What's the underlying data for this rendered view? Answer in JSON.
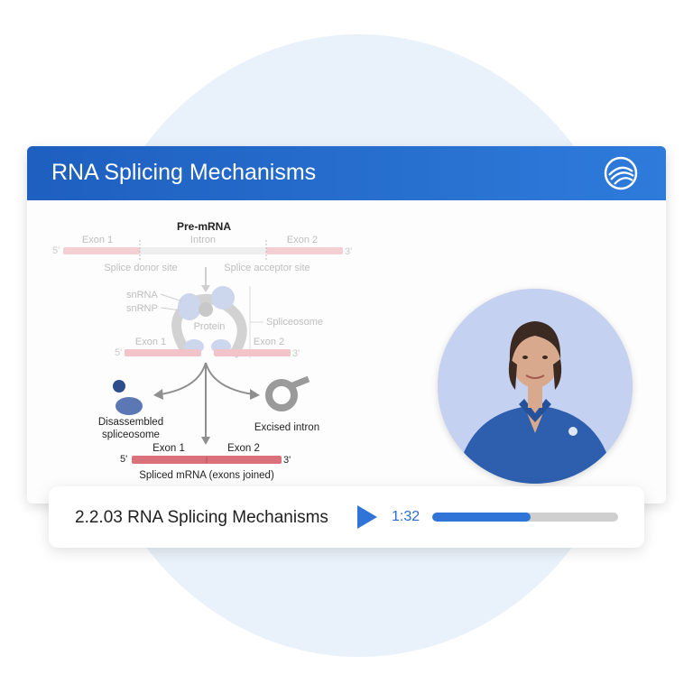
{
  "slide": {
    "title": "RNA Splicing Mechanisms"
  },
  "diagram": {
    "pre_mrna": "Pre-mRNA",
    "five_prime": "5'",
    "three_prime": "3'",
    "exon1": "Exon 1",
    "intron": "Intron",
    "exon2": "Exon 2",
    "splice_donor": "Splice donor site",
    "splice_acceptor": "Splice acceptor site",
    "snrna": "snRNA",
    "snrnp": "snRNP",
    "protein": "Protein",
    "spliceosome": "Spliceosome",
    "disassembled_line1": "Disassembled",
    "disassembled_line2": "spliceosome",
    "excised_intron": "Excised intron",
    "spliced_mrna": "Spliced mRNA (exons joined)"
  },
  "player": {
    "title": "2.2.03 RNA Splicing Mechanisms",
    "time": "1:32",
    "progress_fraction": 0.53
  },
  "colors": {
    "header": "#2368cc",
    "accent": "#2f74d6",
    "exon": "#d9707a",
    "intron": "#d6d6d6"
  },
  "icons": {
    "logo": "uworld-globe-icon",
    "play": "play-icon"
  }
}
